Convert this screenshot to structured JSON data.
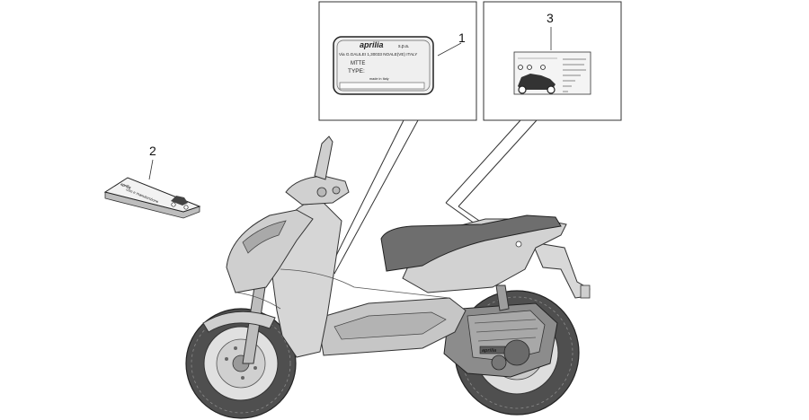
{
  "callouts": {
    "one": "1",
    "two": "2",
    "three": "3"
  },
  "plate": {
    "brand": "aprilia",
    "brand_suffix": "s.p.a.",
    "address": "Via G.GALILEI 1,30033 NOALE(VE) ITALY",
    "line_mtte": "MTTE",
    "line_type": "TYPE:",
    "made_in": "made in Italy"
  },
  "manual": {
    "brand": "aprilia",
    "title": "Uso e manutenzione"
  },
  "scooter": {
    "side_logo": "aprilia"
  },
  "colors": {
    "line": "#333333",
    "body_fill": "#d4d4d4",
    "seat_fill": "#6e6e6e",
    "tire_fill": "#555555"
  }
}
